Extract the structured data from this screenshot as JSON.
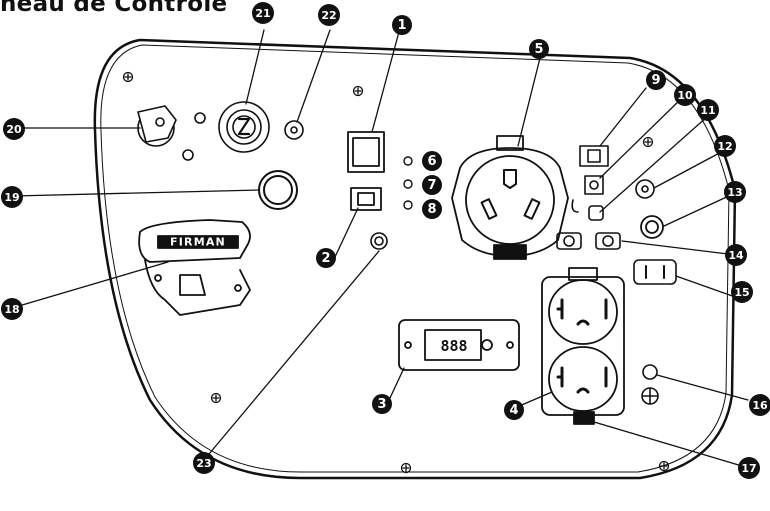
{
  "title": "neau de Contrôle",
  "brand_logo": "FIRMAN",
  "display_readout": "888",
  "callouts": [
    "1",
    "2",
    "3",
    "4",
    "5",
    "6",
    "7",
    "8",
    "9",
    "10",
    "11",
    "12",
    "13",
    "14",
    "15",
    "16",
    "17",
    "18",
    "19",
    "20",
    "21",
    "22",
    "23"
  ]
}
